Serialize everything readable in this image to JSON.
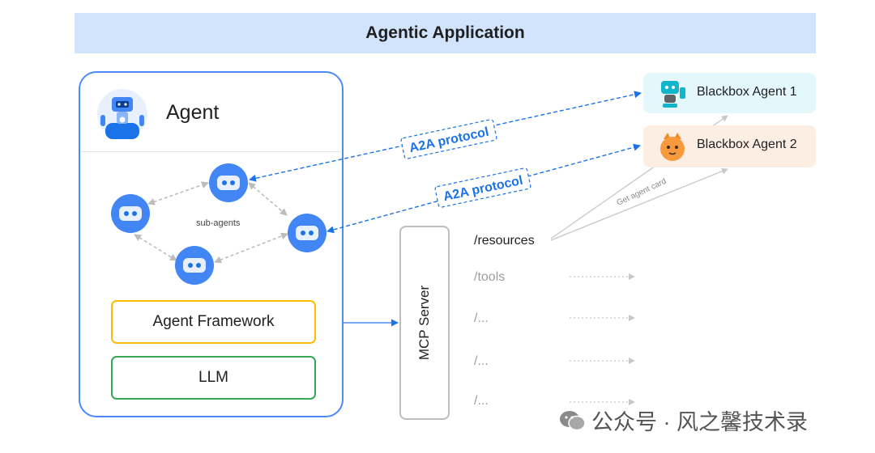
{
  "banner": {
    "title": "Agentic Application"
  },
  "agent": {
    "title": "Agent",
    "subagents_label": "sub-agents"
  },
  "framework": {
    "label": "Agent Framework"
  },
  "llm": {
    "label": "LLM"
  },
  "mcp": {
    "label": "MCP Server"
  },
  "resources": [
    "/resources",
    "/tools",
    "/...",
    "/...",
    "/..."
  ],
  "protocol_labels": [
    "A2A protocol",
    "A2A protocol"
  ],
  "agent_card_label": "Get agent card",
  "blackbox": [
    {
      "label": "Blackbox Agent 1"
    },
    {
      "label": "Blackbox Agent 2"
    }
  ],
  "watermark": {
    "text": "公众号 · 风之馨技术录"
  },
  "colors": {
    "banner_bg": "#d2e3fc",
    "agent_border": "#4c8bf5",
    "framework_border": "#fbbc04",
    "llm_border": "#34a853",
    "protocol_blue": "#1a73e8",
    "bb1_bg": "#e4f7fb",
    "bb2_bg": "#fdeee3"
  },
  "icons": [
    "robot-agent-icon",
    "robot-teal-icon",
    "cat-orange-icon",
    "wechat-icon"
  ]
}
